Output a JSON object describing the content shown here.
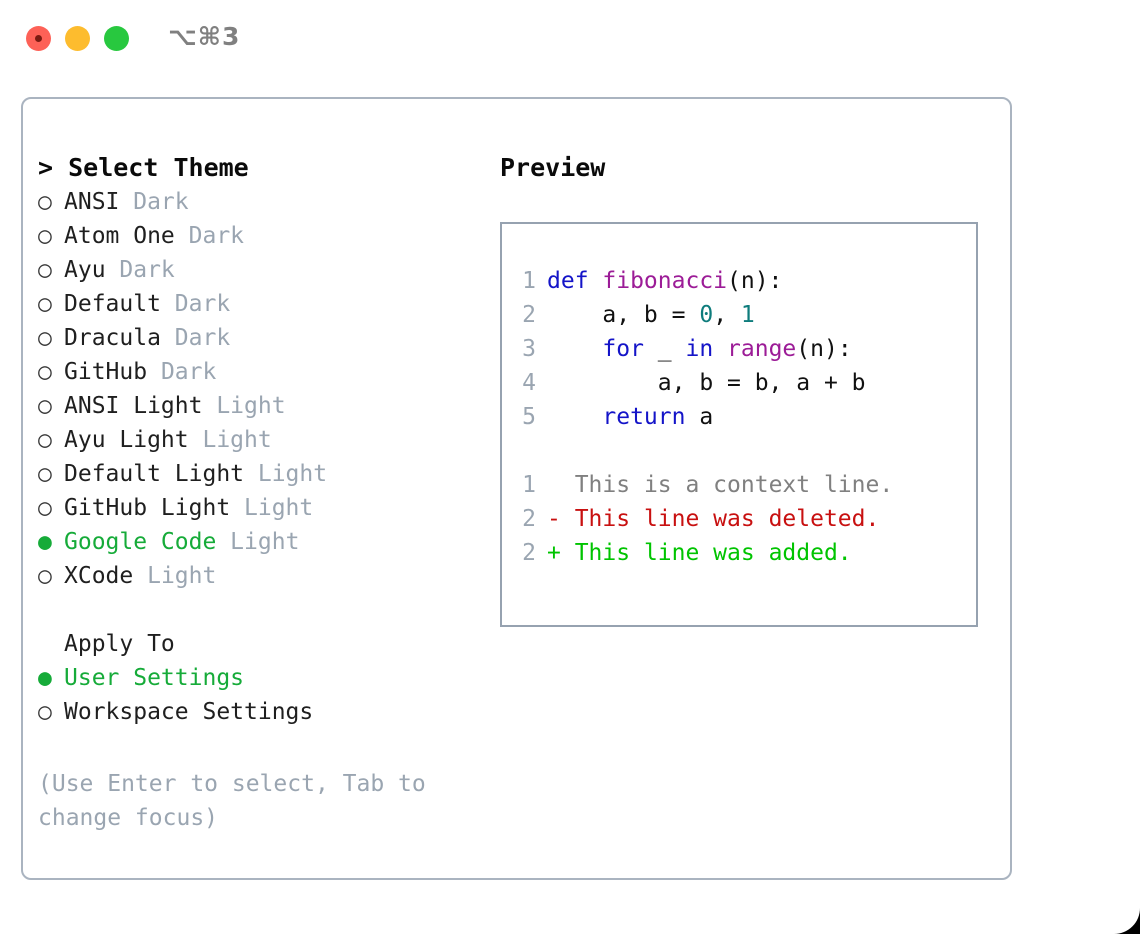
{
  "window": {
    "shortcut": "⌥⌘3",
    "traffic_lights": [
      "close-red",
      "minimize-yellow",
      "zoom-green"
    ],
    "accent_green": "#16ab39",
    "border_color": "#aab4c0"
  },
  "theme_panel": {
    "heading": "> Select Theme",
    "bullet_off": "○",
    "bullet_on": "●",
    "items": [
      {
        "name": "ANSI",
        "kind": "Dark",
        "selected": false
      },
      {
        "name": "Atom One",
        "kind": "Dark",
        "selected": false
      },
      {
        "name": "Ayu",
        "kind": "Dark",
        "selected": false
      },
      {
        "name": "Default",
        "kind": "Dark",
        "selected": false
      },
      {
        "name": "Dracula",
        "kind": "Dark",
        "selected": false
      },
      {
        "name": "GitHub",
        "kind": "Dark",
        "selected": false
      },
      {
        "name": "ANSI Light",
        "kind": "Light",
        "selected": false
      },
      {
        "name": "Ayu Light",
        "kind": "Light",
        "selected": false
      },
      {
        "name": "Default Light",
        "kind": "Light",
        "selected": false
      },
      {
        "name": "GitHub Light",
        "kind": "Light",
        "selected": false
      },
      {
        "name": "Google Code",
        "kind": "Light",
        "selected": true
      },
      {
        "name": "XCode",
        "kind": "Light",
        "selected": false
      }
    ]
  },
  "apply_to": {
    "heading": "Apply To",
    "options": [
      {
        "label": "User Settings",
        "selected": true
      },
      {
        "label": "Workspace Settings",
        "selected": false
      }
    ]
  },
  "hint": "(Use Enter to select, Tab to change focus)",
  "preview": {
    "heading": "Preview",
    "code_lines": [
      {
        "num": "1",
        "tokens": [
          {
            "t": "def ",
            "c": "tok-kw"
          },
          {
            "t": "fibonacci",
            "c": "tok-fn"
          },
          {
            "t": "(n):",
            "c": "tok-pl"
          }
        ]
      },
      {
        "num": "2",
        "tokens": [
          {
            "t": "    a, b = ",
            "c": "tok-pl"
          },
          {
            "t": "0",
            "c": "tok-num"
          },
          {
            "t": ", ",
            "c": "tok-pl"
          },
          {
            "t": "1",
            "c": "tok-num"
          }
        ]
      },
      {
        "num": "3",
        "tokens": [
          {
            "t": "    ",
            "c": "tok-pl"
          },
          {
            "t": "for",
            "c": "tok-kw"
          },
          {
            "t": " _ ",
            "c": "tok-pl"
          },
          {
            "t": "in",
            "c": "tok-kw"
          },
          {
            "t": " ",
            "c": "tok-pl"
          },
          {
            "t": "range",
            "c": "tok-fn"
          },
          {
            "t": "(n):",
            "c": "tok-pl"
          }
        ]
      },
      {
        "num": "4",
        "tokens": [
          {
            "t": "        a, b = b, a + b",
            "c": "tok-pl"
          }
        ]
      },
      {
        "num": "5",
        "tokens": [
          {
            "t": "    ",
            "c": "tok-pl"
          },
          {
            "t": "return",
            "c": "tok-kw"
          },
          {
            "t": " a",
            "c": "tok-pl"
          }
        ]
      }
    ],
    "diff_lines": [
      {
        "num": "1",
        "marker": "  ",
        "text": "This is a context line.",
        "cls": "diff-ctx"
      },
      {
        "num": "2",
        "marker": "- ",
        "text": "This line was deleted.",
        "cls": "diff-del"
      },
      {
        "num": "2",
        "marker": "+ ",
        "text": "This line was added.",
        "cls": "diff-add"
      }
    ]
  }
}
